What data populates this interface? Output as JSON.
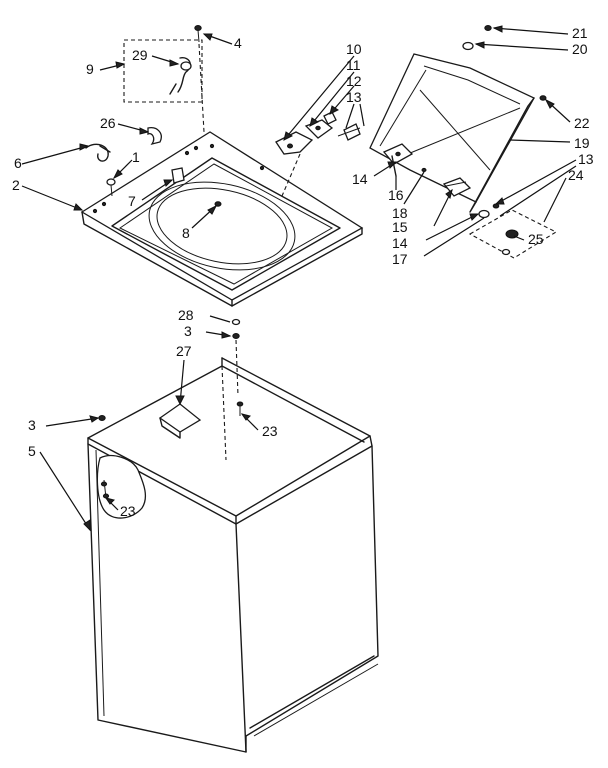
{
  "callouts": [
    {
      "id": "c1",
      "text": "1"
    },
    {
      "id": "c2",
      "text": "2"
    },
    {
      "id": "c3a",
      "text": "3"
    },
    {
      "id": "c3b",
      "text": "3"
    },
    {
      "id": "c4",
      "text": "4"
    },
    {
      "id": "c5",
      "text": "5"
    },
    {
      "id": "c6",
      "text": "6"
    },
    {
      "id": "c7",
      "text": "7"
    },
    {
      "id": "c8",
      "text": "8"
    },
    {
      "id": "c9",
      "text": "9"
    },
    {
      "id": "c10",
      "text": "10"
    },
    {
      "id": "c11",
      "text": "11"
    },
    {
      "id": "c12",
      "text": "12"
    },
    {
      "id": "c13a",
      "text": "13"
    },
    {
      "id": "c13b",
      "text": "13"
    },
    {
      "id": "c14a",
      "text": "14"
    },
    {
      "id": "c14b",
      "text": "14"
    },
    {
      "id": "c15",
      "text": "15"
    },
    {
      "id": "c16",
      "text": "16"
    },
    {
      "id": "c17",
      "text": "17"
    },
    {
      "id": "c18",
      "text": "18"
    },
    {
      "id": "c19",
      "text": "19"
    },
    {
      "id": "c20",
      "text": "20"
    },
    {
      "id": "c21",
      "text": "21"
    },
    {
      "id": "c22",
      "text": "22"
    },
    {
      "id": "c23a",
      "text": "23"
    },
    {
      "id": "c23b",
      "text": "23"
    },
    {
      "id": "c24",
      "text": "24"
    },
    {
      "id": "c25",
      "text": "25"
    },
    {
      "id": "c26",
      "text": "26"
    },
    {
      "id": "c27",
      "text": "27"
    },
    {
      "id": "c28",
      "text": "28"
    },
    {
      "id": "c29",
      "text": "29"
    }
  ]
}
